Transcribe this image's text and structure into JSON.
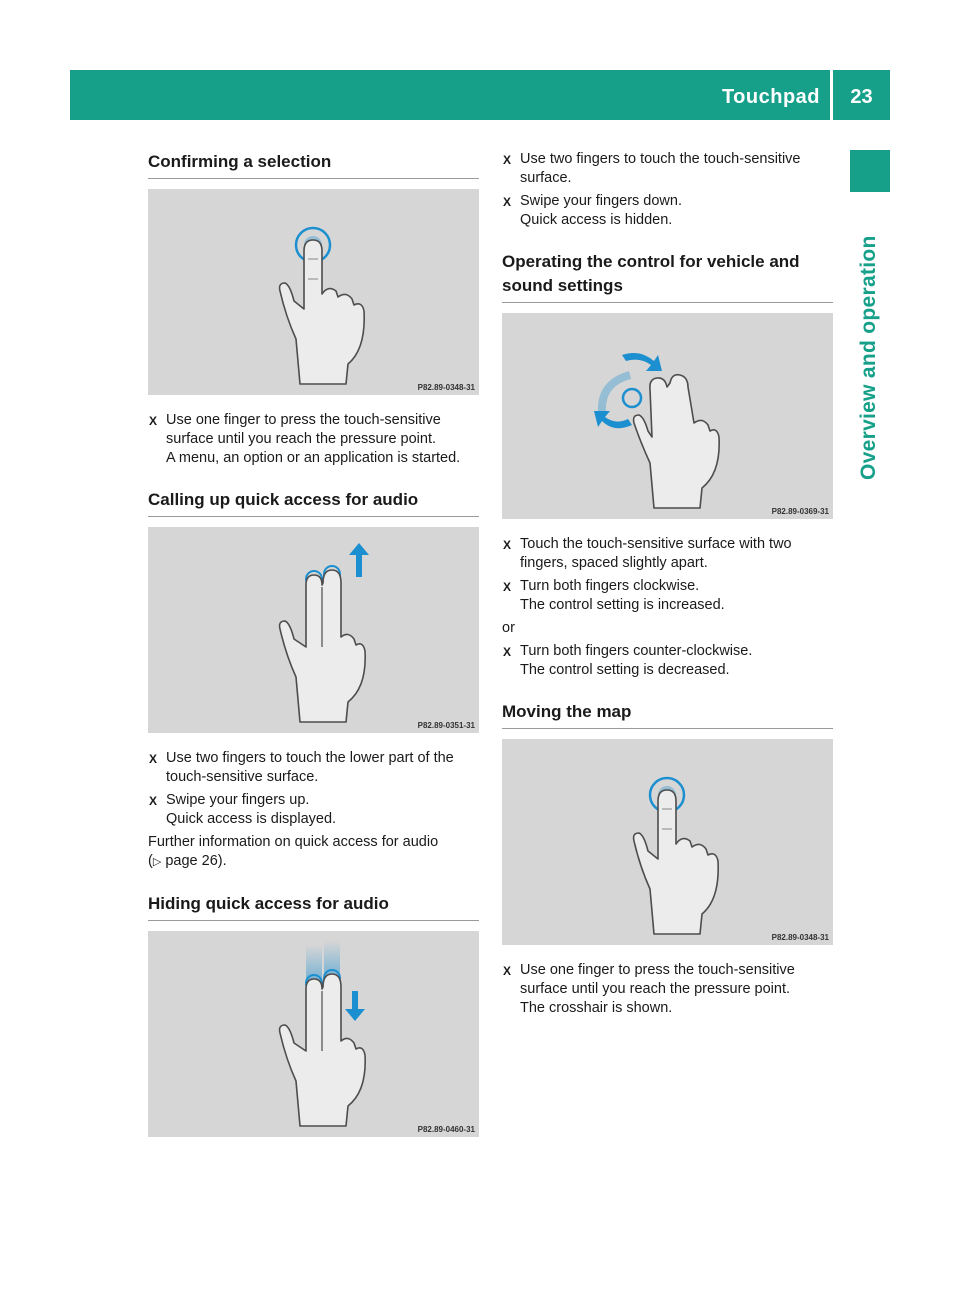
{
  "header": {
    "title": "Touchpad",
    "page_number": "23"
  },
  "side_label": "Overview and operation",
  "sections": {
    "confirming": {
      "heading": "Confirming a selection",
      "figure_code": "P82.89-0348-31",
      "step1": "Use one finger to press the touch-sensitive surface until you reach the pressure point.",
      "step1_result": "A menu, an option or an application is started."
    },
    "quick_access": {
      "heading": "Calling up quick access for audio",
      "figure_code": "P82.89-0351-31",
      "step1": "Use two fingers to touch the lower part of the touch-sensitive surface.",
      "step2": "Swipe your fingers up.",
      "step2_result": "Quick access is displayed.",
      "info": "Further information on quick access for audio",
      "info_ref_prefix": "(",
      "info_ref_symbol": "▷",
      "info_ref": " page 26)."
    },
    "hiding": {
      "heading": "Hiding quick access for audio",
      "figure_code": "P82.89-0460-31",
      "step1": "Use two fingers to touch the touch-sensitive surface.",
      "step2": "Swipe your fingers down.",
      "step2_result": "Quick access is hidden."
    },
    "control": {
      "heading": "Operating the control for vehicle and sound settings",
      "figure_code": "P82.89-0369-31",
      "step1": "Touch the touch-sensitive surface with two fingers, spaced slightly apart.",
      "step2": "Turn both fingers clockwise.",
      "step2_result": "The control setting is increased.",
      "or": "or",
      "step3": "Turn both fingers counter-clockwise.",
      "step3_result": "The control setting is decreased."
    },
    "map": {
      "heading": "Moving the map",
      "figure_code": "P82.89-0348-31",
      "step1": "Use one finger to press the touch-sensitive surface until you reach the pressure point.",
      "step1_result": "The crosshair is shown."
    }
  },
  "bullet_symbol": "X",
  "colors": {
    "accent": "#16a08a",
    "figure_bg": "#d6d6d6",
    "gesture_blue": "#1c8fd0"
  }
}
